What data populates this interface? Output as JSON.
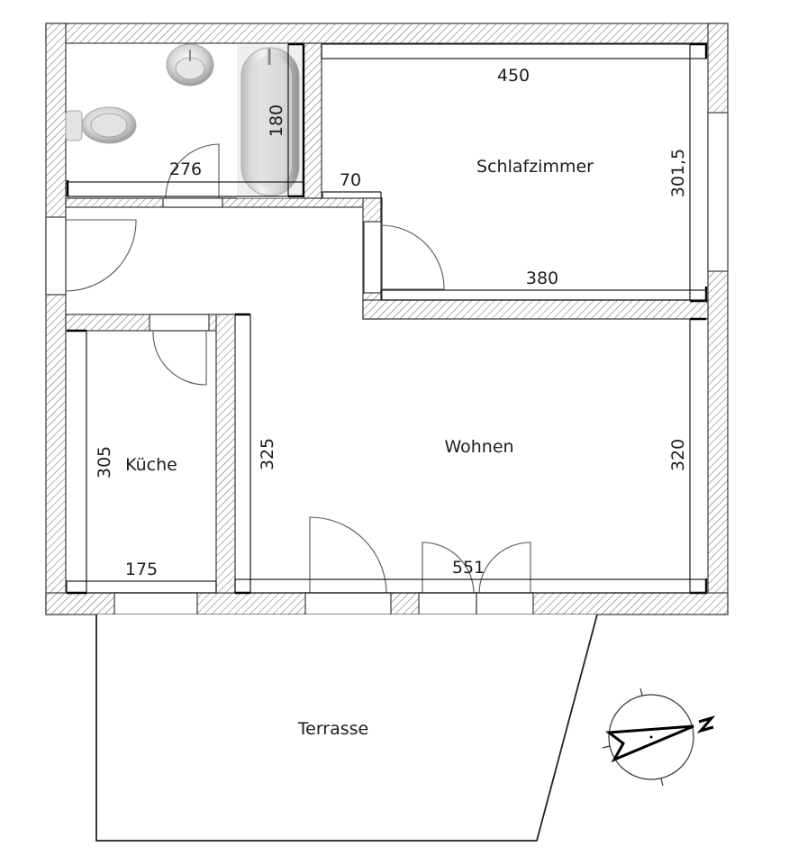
{
  "plan": {
    "rooms": {
      "bad": {
        "label": ""
      },
      "schlafzimmer": {
        "label": "Schlafzimmer"
      },
      "kueche": {
        "label": "Küche"
      },
      "wohnen": {
        "label": "Wohnen"
      },
      "terrasse": {
        "label": "Terrasse"
      }
    },
    "dimensions": {
      "bad_width": "276",
      "bad_tub_length": "180",
      "flur_offset": "70",
      "schlaf_width_top": "450",
      "schlaf_width_bottom": "380",
      "schlaf_height": "301,5",
      "kueche_height": "305",
      "kueche_width": "175",
      "wohnen_height_left": "325",
      "wohnen_height_right": "320",
      "wohnen_width": "551"
    },
    "fixtures": {
      "sink": "washbasin",
      "toilet": "toilet",
      "bathtub": "bathtub"
    },
    "compass": {
      "north_label": "N"
    },
    "colors": {
      "wall_stroke": "#3a3a3a",
      "hatch": "#555555",
      "background": "#ffffff",
      "text": "#1c1c1c"
    }
  }
}
